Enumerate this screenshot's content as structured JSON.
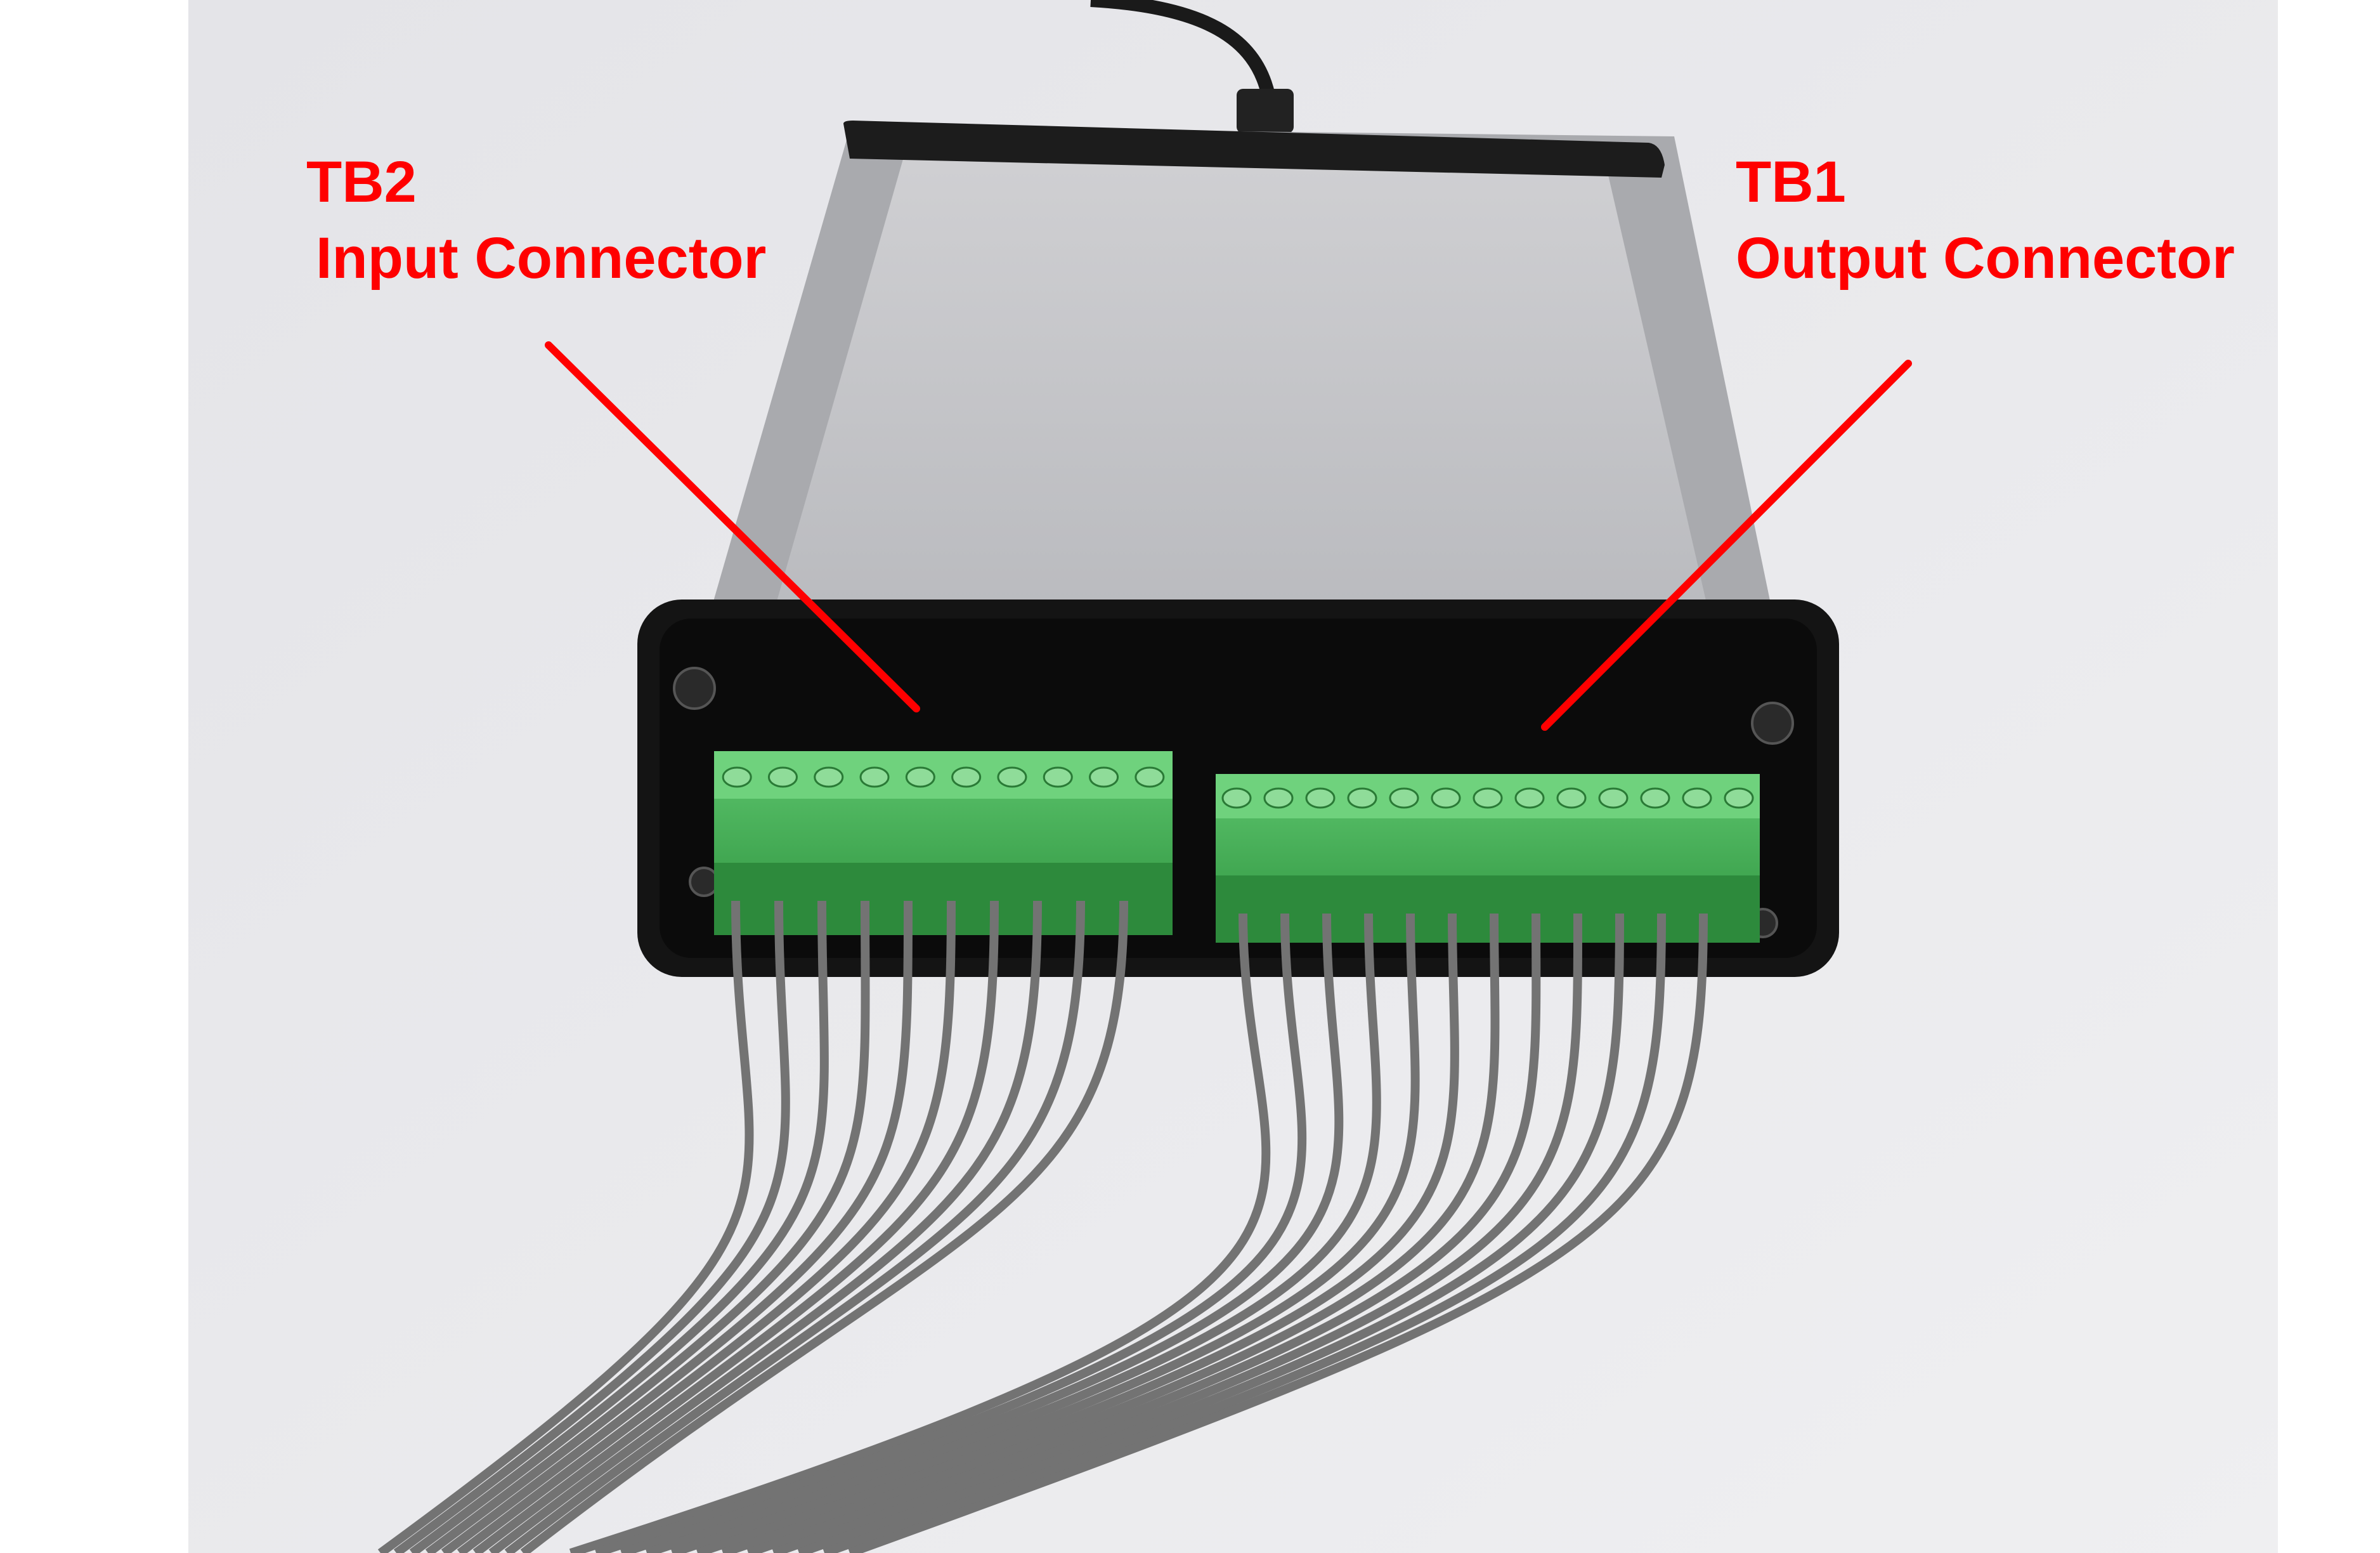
{
  "labels": {
    "tb2": {
      "id": "TB2",
      "name": "Input Connector"
    },
    "tb1": {
      "id": "TB1",
      "name": "Output Connector"
    }
  },
  "colors": {
    "annotation": "#ff0000",
    "background": "#e6e6e9",
    "enclosure": "#c4c5c9",
    "panel": "#141414",
    "terminal_block": "#3fae52",
    "wire": "#6e6e6e"
  }
}
